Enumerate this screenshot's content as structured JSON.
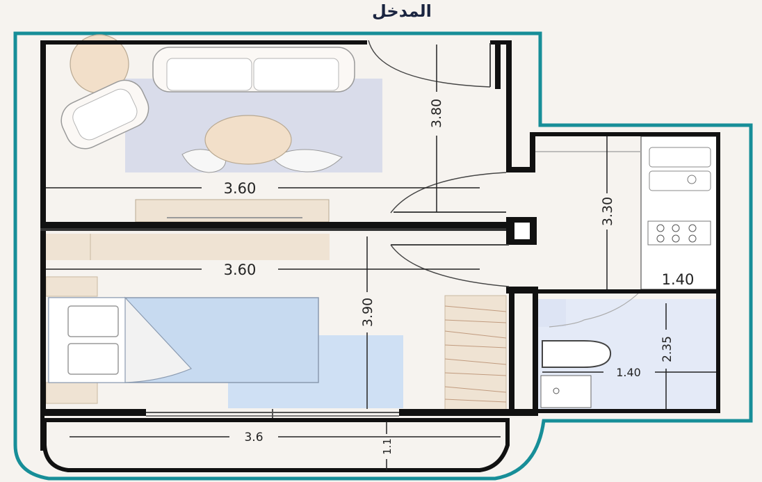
{
  "title": "المدخل",
  "colors": {
    "outline": "#178e98",
    "wall": "#111111",
    "rug": "#d9dcea",
    "wood": "#efe3d3",
    "bed_blue": "#cfe0f4",
    "bath_tile": "#e4eaf7"
  },
  "dimensions": {
    "living_width": "3.60",
    "living_height": "3.80",
    "bedroom_width": "3.60",
    "bedroom_height": "3.90",
    "kitchen_height": "3.30",
    "kitchen_width": "1.40",
    "bath_height": "2.35",
    "bath_width": "1.40",
    "balcony_width": "3.6",
    "balcony_depth": "1.1"
  }
}
